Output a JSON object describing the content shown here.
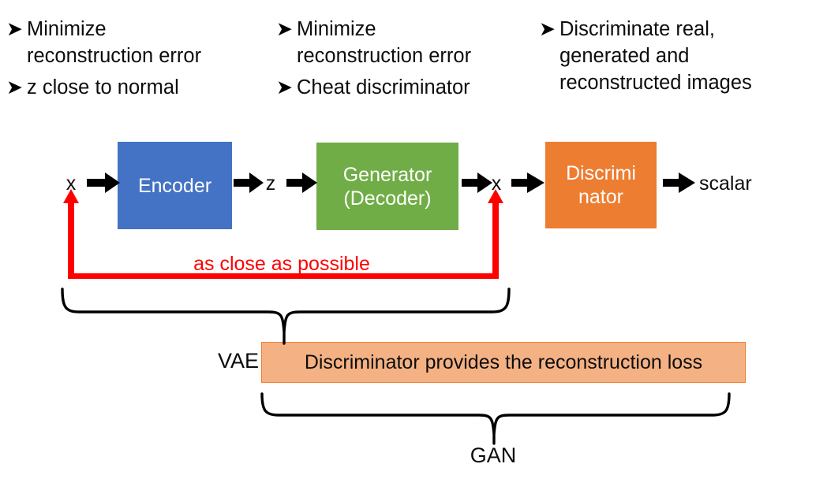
{
  "annotations": {
    "groups": [
      {
        "name": "encoder-objectives",
        "bullets": [
          "Minimize\nreconstruction error",
          "z close to normal"
        ]
      },
      {
        "name": "generator-objectives",
        "bullets": [
          "Minimize\nreconstruction error",
          "Cheat discriminator"
        ]
      },
      {
        "name": "discriminator-objectives",
        "bullets": [
          "Discriminate real,\ngenerated and\nreconstructed images"
        ]
      }
    ],
    "bullet_marker": "➤"
  },
  "pipeline": {
    "input_label": "x",
    "latent_label": "z",
    "reconstruction_label": "x",
    "output_label": "scalar",
    "nodes": [
      {
        "id": "encoder",
        "label": "Encoder",
        "color": "#4472C4"
      },
      {
        "id": "generator",
        "label": "Generator\n(Decoder)",
        "color": "#70AD47"
      },
      {
        "id": "discriminator",
        "label": "Discrimi\nnator",
        "color": "#ED7D31"
      }
    ]
  },
  "red_annotation": {
    "text": "as close as possible",
    "color": "#FF0000"
  },
  "scopes": {
    "vae_label": "VAE",
    "gan_label": "GAN"
  },
  "loss_bar": {
    "text": "Discriminator provides the reconstruction loss",
    "fill": "#F4B183",
    "border": "#ED7D31"
  },
  "chart_data": {
    "type": "diagram",
    "title": "VAE-GAN architecture",
    "nodes": [
      {
        "id": "x-in",
        "label": "x",
        "kind": "variable"
      },
      {
        "id": "encoder",
        "label": "Encoder",
        "kind": "module",
        "color": "#4472C4"
      },
      {
        "id": "z",
        "label": "z",
        "kind": "variable"
      },
      {
        "id": "generator",
        "label": "Generator (Decoder)",
        "kind": "module",
        "color": "#70AD47"
      },
      {
        "id": "x-out",
        "label": "x",
        "kind": "variable"
      },
      {
        "id": "discriminator",
        "label": "Discriminator",
        "kind": "module",
        "color": "#ED7D31"
      },
      {
        "id": "scalar",
        "label": "scalar",
        "kind": "variable"
      }
    ],
    "edges": [
      {
        "from": "x-in",
        "to": "encoder"
      },
      {
        "from": "encoder",
        "to": "z"
      },
      {
        "from": "z",
        "to": "generator"
      },
      {
        "from": "generator",
        "to": "x-out"
      },
      {
        "from": "x-out",
        "to": "discriminator"
      },
      {
        "from": "discriminator",
        "to": "scalar"
      },
      {
        "from": "x-out",
        "to": "x-in",
        "label": "as close as possible",
        "style": "red-bracket"
      }
    ],
    "scopes": [
      {
        "label": "VAE",
        "covers": [
          "x-in",
          "encoder",
          "z",
          "generator",
          "x-out"
        ]
      },
      {
        "label": "GAN",
        "covers": [
          "generator",
          "x-out",
          "discriminator",
          "scalar"
        ]
      }
    ]
  }
}
